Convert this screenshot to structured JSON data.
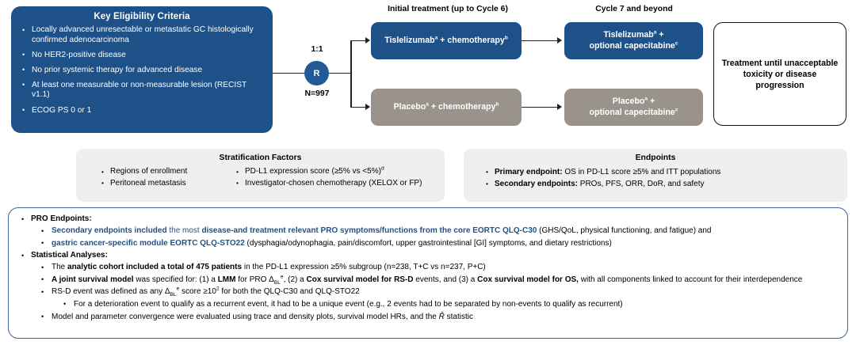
{
  "eligibility": {
    "title": "Key Eligibility Criteria",
    "items": [
      "Locally advanced unresectable or metastatic GC histologically confirmed adenocarcinoma",
      "No HER2-positive disease",
      "No prior systemic therapy for advanced disease",
      "At least one measurable or non-measurable lesion (RECIST v1.1)",
      "ECOG PS 0 or 1"
    ]
  },
  "randomization": {
    "ratio": "1:1",
    "letter": "R",
    "n_label": "N=997"
  },
  "columns": {
    "initial_treatment": "Initial treatment (up to Cycle 6)",
    "cycle7": "Cycle 7 and beyond"
  },
  "arms": {
    "initial_active_line1": "Tislelizumab",
    "initial_active_sup1": "a",
    "initial_active_line2": " + chemotherapy",
    "initial_active_sup2": "b",
    "initial_control_line1": "Placebo",
    "initial_control_sup1": "a",
    "initial_control_line2": " + chemotherapy",
    "initial_control_sup2": "b",
    "cycle7_active_line1": "Tislelizumab",
    "cycle7_active_sup1": "a",
    "cycle7_active_line2": "optional capecitabine",
    "cycle7_active_sup2": "c",
    "cycle7_control_line1": "Placebo",
    "cycle7_control_sup1": "a",
    "cycle7_control_line2": "optional capecitabine",
    "cycle7_control_sup2": "c"
  },
  "outcome_box": "Treatment until unacceptable toxicity or disease progression",
  "stratification": {
    "title": "Stratification Factors",
    "col1": [
      "Regions of enrollment",
      "Peritoneal metastasis"
    ],
    "col2_item1_text": "PD-L1 expression score (≥5% vs <5%)",
    "col2_item1_sup": "d",
    "col2_item2_text": "Investigator-chosen chemotherapy (XELOX or FP)"
  },
  "endpoints": {
    "title": "Endpoints",
    "primary_label": "Primary endpoint:",
    "primary_text": " OS in PD-L1 score ≥5% and ITT populations",
    "secondary_label": "Secondary endpoints:",
    "secondary_text": " PROs, PFS, ORR, DoR, and safety"
  },
  "panel": {
    "pro_heading": "PRO Endpoints:",
    "pro_line1_b1": "Secondary endpoints included",
    "pro_line1_n1": " the most ",
    "pro_line1_b2": "disease-and treatment relevant PRO symptoms/functions from the core EORTC QLQ-C30",
    "pro_line1_n2": " (GHS/QoL, physical functioning, and fatigue) and",
    "pro_line2_b1": "gastric cancer-specific module EORTC QLQ-STO22",
    "pro_line2_n1": " (dysphagia/odynophagia, pain/discomfort, upper gastrointestinal [GI] symptoms, and dietary restrictions)",
    "stats_heading": "Statistical Analyses:",
    "stats_l1_n1": "The ",
    "stats_l1_b1": "analytic cohort included a total of 475 patients",
    "stats_l1_n2": " in the PD-L1 expression ≥5% subgroup (n=238, T+C vs n=237, P+C)",
    "stats_l2_b1": "A joint survival model",
    "stats_l2_n1": " was specified for: (1) a ",
    "stats_l2_b2": "LMM",
    "stats_l2_n2": " for PRO Δ",
    "stats_l2_sub": "BL",
    "stats_l2_sup": "e",
    "stats_l2_n3": ", (2) a ",
    "stats_l2_b3": "Cox survival model for RS-D",
    "stats_l2_n4": " events, and (3) a ",
    "stats_l2_b4": "Cox survival model for OS,",
    "stats_l2_n5": " with all components linked to account for their interdependence",
    "stats_l3_n1": "RS-D event was defined as any Δ",
    "stats_l3_sub": "BL",
    "stats_l3_sup": "e",
    "stats_l3_n2": " score ≥10",
    "stats_l3_sup2": "2",
    "stats_l3_n3": " for both the QLQ-C30 and QLQ-STO22",
    "stats_l4": "For a deterioration event to qualify as a recurrent event, it had to be a unique event (e.g., 2 events had to be separated by non-events to qualify as recurrent)",
    "stats_l5_n1": "Model and parameter convergence were evaluated using trace and density plots, survival model HRs, and the ",
    "stats_l5_rhat": "R̂",
    "stats_l5_n2": " statistic"
  },
  "colors": {
    "navy": "#1f5189",
    "taupe": "#9a938c",
    "band_gray": "#f1efed",
    "panel_border": "#3a64a0"
  }
}
